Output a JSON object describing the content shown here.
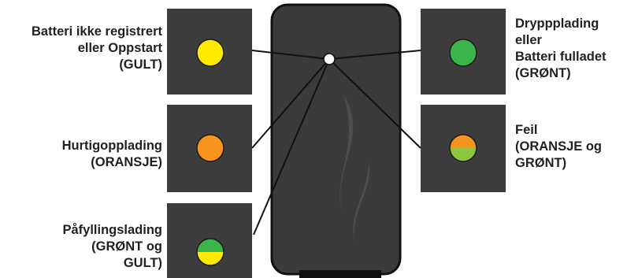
{
  "states": [
    {
      "id": "battery-not-detected",
      "lines": [
        "Batteri ikke registrert",
        "eller Oppstart",
        "(GULT)"
      ],
      "colors": [
        "#ffea00"
      ]
    },
    {
      "id": "fast-charging",
      "lines": [
        "Hurtigopplading",
        "(ORANSJE)"
      ],
      "colors": [
        "#f7941d"
      ]
    },
    {
      "id": "refill-charging",
      "lines": [
        "Påfyllingslading",
        "(GRØNT og",
        "GULT)"
      ],
      "colors": [
        "#39b54a",
        "#ffea00"
      ]
    },
    {
      "id": "trickle-charging",
      "lines": [
        "Dryppplading",
        "eller",
        "Batteri fulladet",
        "(GRØNT)"
      ],
      "colors": [
        "#39b54a"
      ]
    },
    {
      "id": "error",
      "lines": [
        "Feil",
        "(ORANSJE og",
        "GRØNT)"
      ],
      "colors": [
        "#f7941d",
        "#8dc63f"
      ]
    }
  ],
  "palette": {
    "panel": "#3d3d3d",
    "device": "#3b3b3b",
    "device_edge": "#111111",
    "text": "#231f20",
    "indicator": "#ffffff"
  }
}
